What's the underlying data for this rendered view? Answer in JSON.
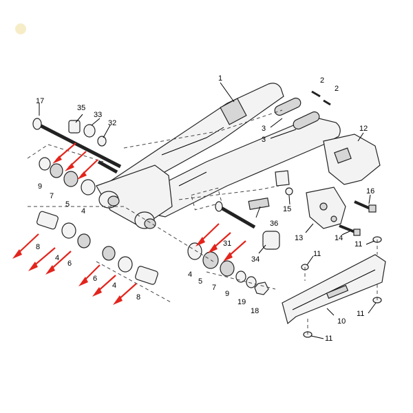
{
  "watermark": "",
  "accent_color": "#e3241c",
  "callouts": {
    "c1": "1",
    "c2a": "2",
    "c2b": "2",
    "c3a": "3",
    "c3b": "3",
    "c4a": "4",
    "c4b": "4",
    "c4c": "4",
    "c4d": "4",
    "c5a": "5",
    "c5b": "5",
    "c6a": "6",
    "c6b": "6",
    "c7a": "7",
    "c7b": "7",
    "c8a": "8",
    "c8b": "8",
    "c9a": "9",
    "c9b": "9",
    "c10": "10",
    "c11a": "11",
    "c11b": "11",
    "c11c": "11",
    "c11d": "11",
    "c12": "12",
    "c13": "13",
    "c14": "14",
    "c15": "15",
    "c16": "16",
    "c17": "17",
    "c18": "18",
    "c19": "19",
    "c31": "31",
    "c32": "32",
    "c33": "33",
    "c34": "34",
    "c35": "35",
    "c36": "36"
  }
}
